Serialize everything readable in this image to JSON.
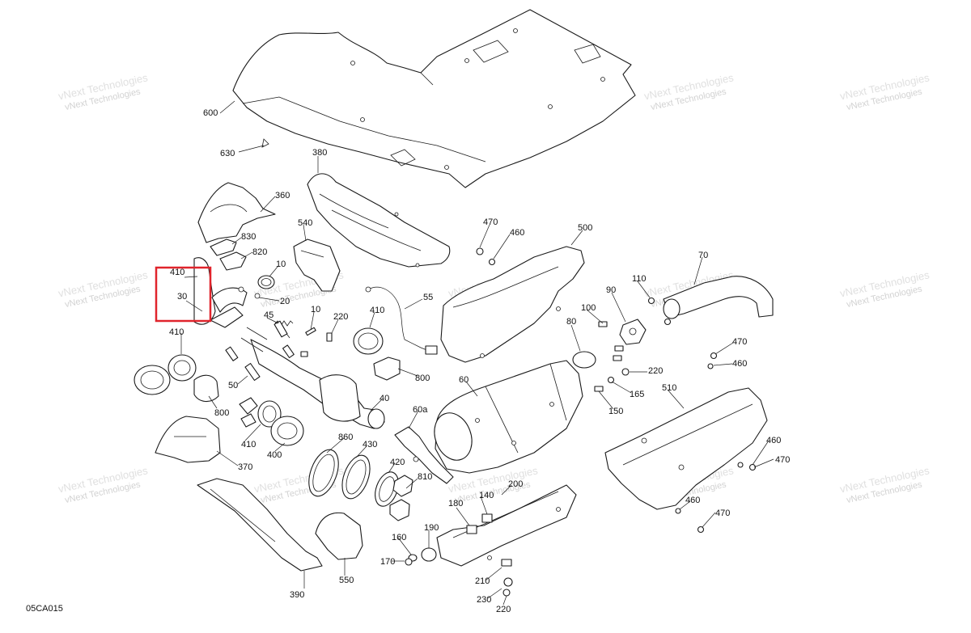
{
  "diagram": {
    "document_code": "05CA015",
    "highlight_color": "#e0242c",
    "line_color": "#1a1a1a",
    "watermark_text": "vNext Technologies",
    "callouts": {
      "c600": "600",
      "c630": "630",
      "c380": "380",
      "c360": "360",
      "c540": "540",
      "c830": "830",
      "c820": "820",
      "c10a": "10",
      "c410a": "410",
      "c30": "30",
      "c20": "20",
      "c45": "45",
      "c10b": "10",
      "c220a": "220",
      "c410b": "410",
      "c55": "55",
      "c470a": "470",
      "c460a": "460",
      "c500": "500",
      "c70": "70",
      "c110": "110",
      "c90": "90",
      "c100": "100",
      "c80": "80",
      "c220b": "220",
      "c165": "165",
      "c150": "150",
      "c510": "510",
      "c470b": "470",
      "c460b": "460",
      "c410c": "410",
      "c800a": "800",
      "c50": "50",
      "c800b": "800",
      "c60": "60",
      "c40": "40",
      "c60a": "60a",
      "c410d": "410",
      "c400": "400",
      "c370": "370",
      "c860": "860",
      "c430": "430",
      "c420": "420",
      "c810": "810",
      "c140": "140",
      "c200": "200",
      "c180": "180",
      "c190": "190",
      "c160": "160",
      "c170": "170",
      "c210": "210",
      "c230": "230",
      "c220c": "220",
      "c390": "390",
      "c550": "550",
      "c460c": "460",
      "c470c": "470",
      "c460d": "460",
      "c470d": "470"
    }
  }
}
